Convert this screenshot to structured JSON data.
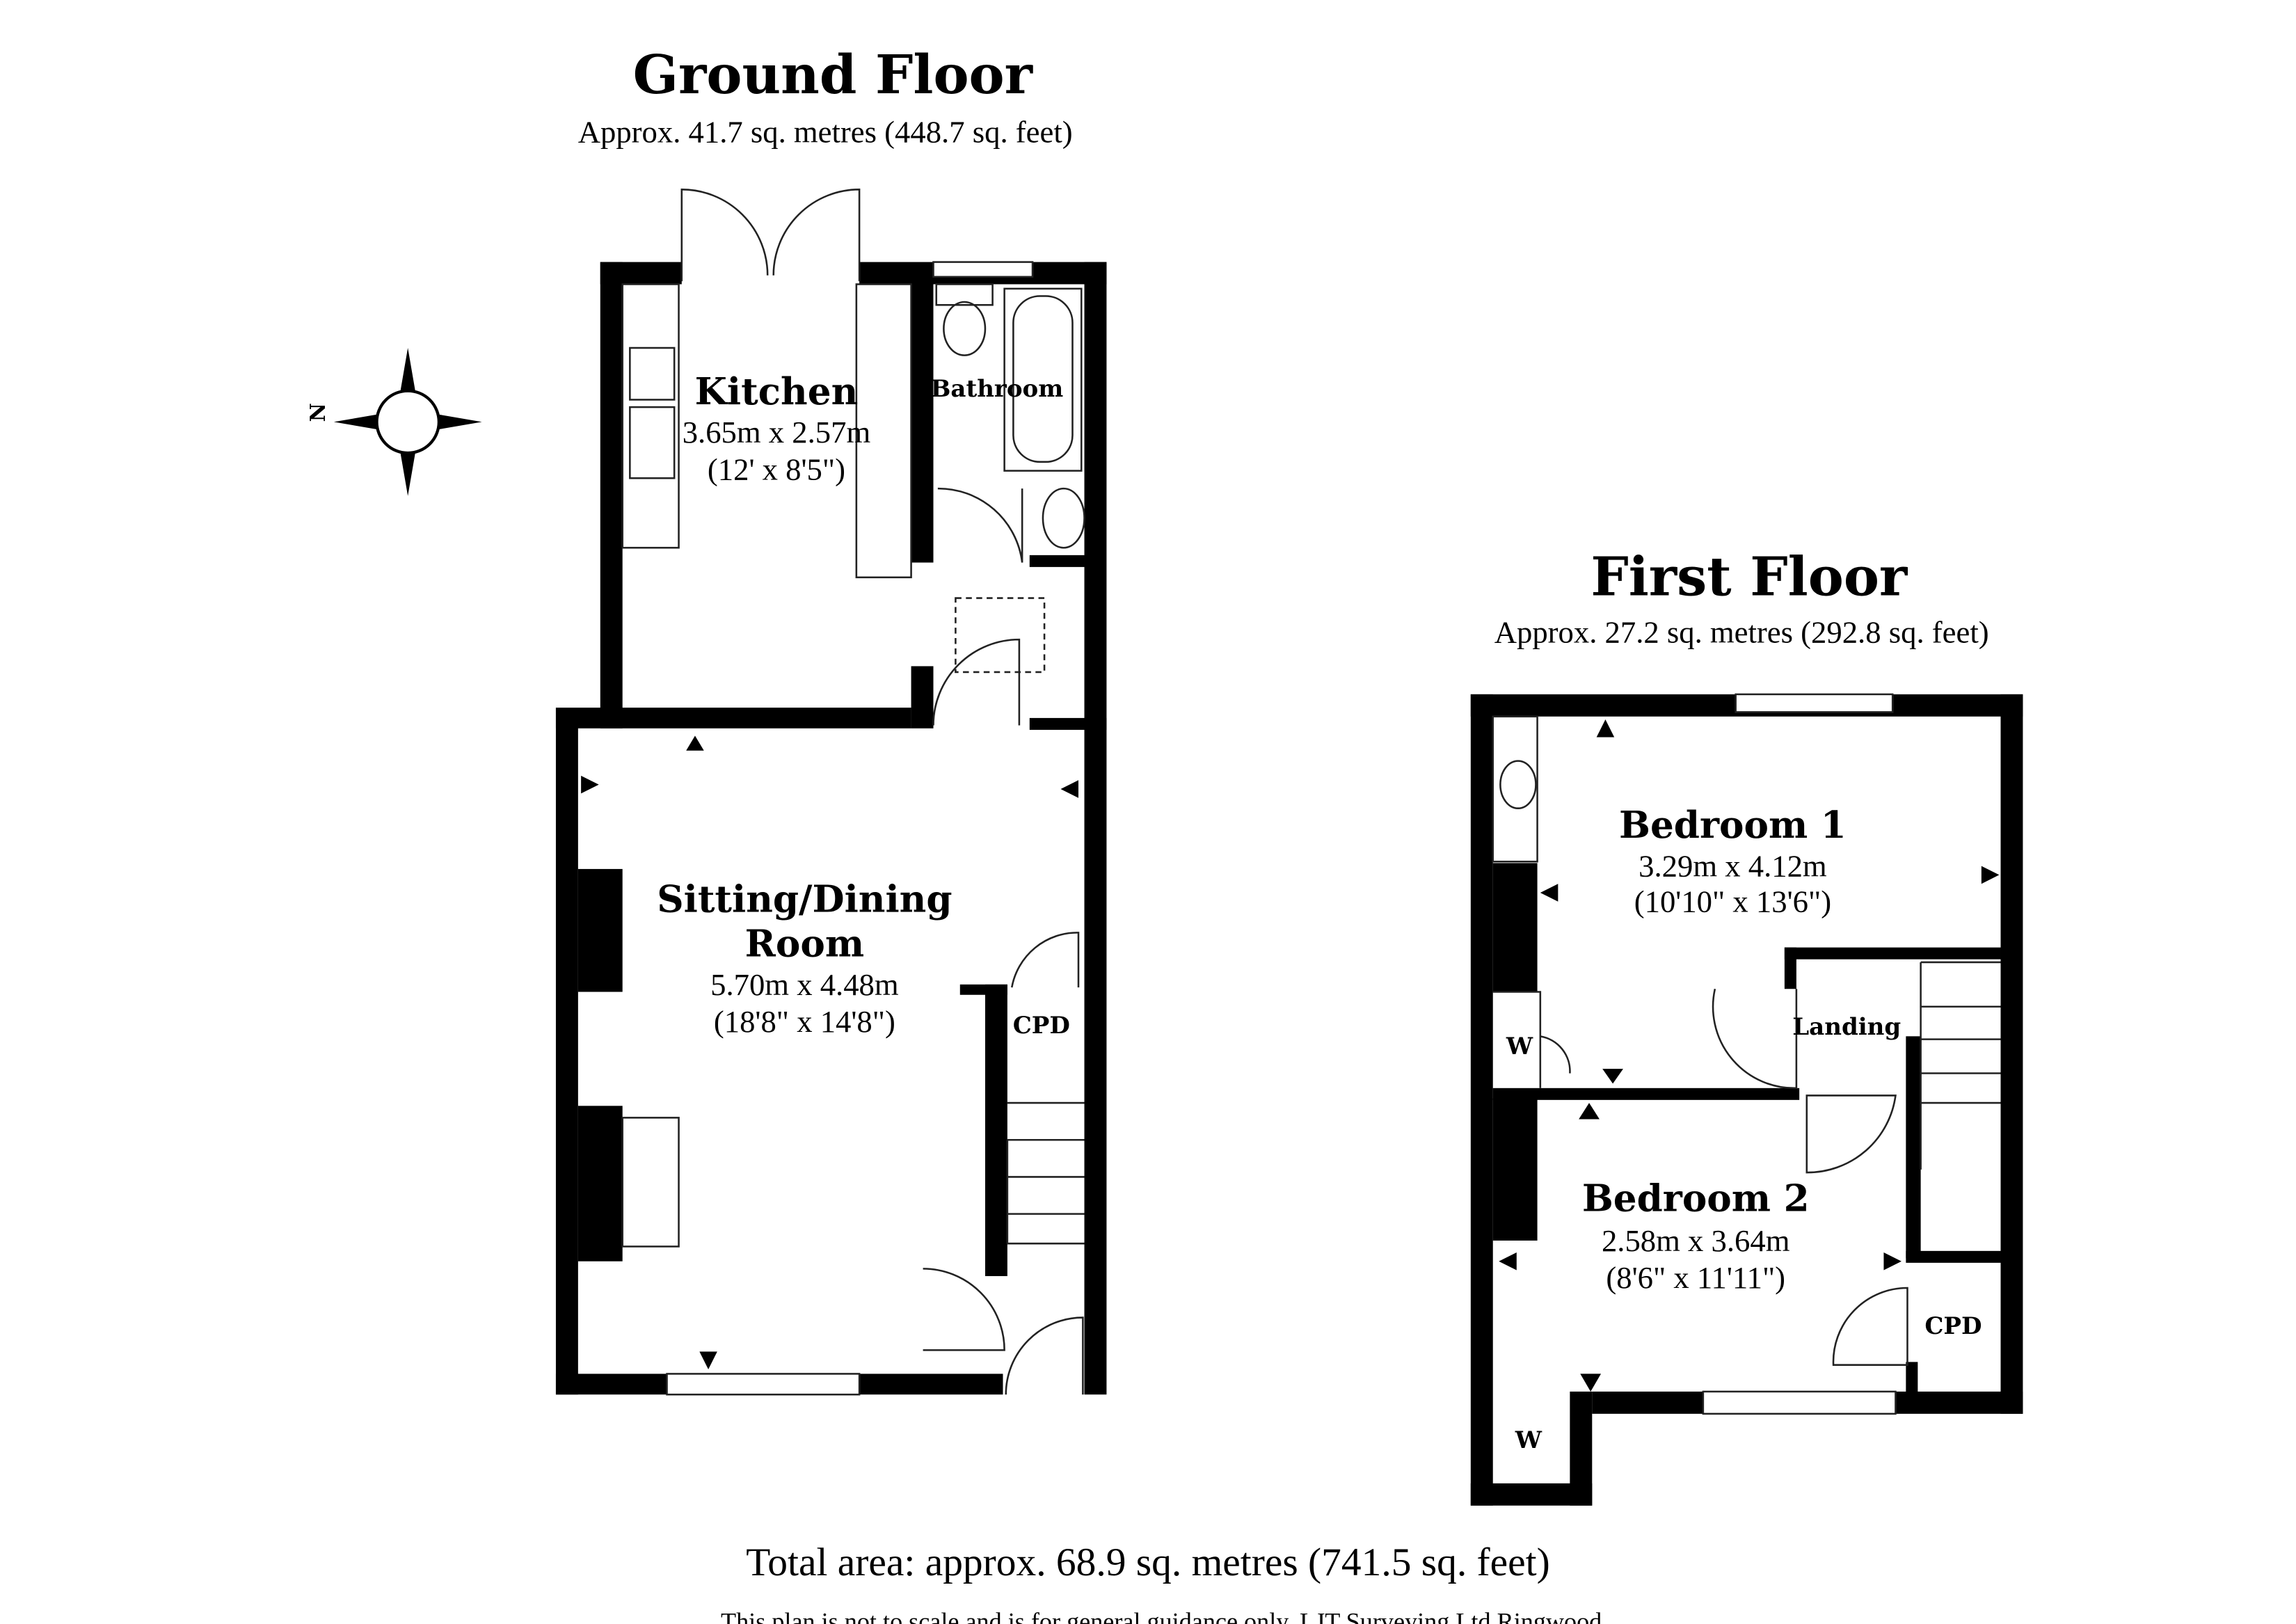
{
  "ground_floor": {
    "title": "Ground Floor",
    "area": "Approx. 41.7 sq. metres (448.7 sq. feet)",
    "rooms": {
      "kitchen": {
        "name": "Kitchen",
        "metric": "3.65m x 2.57m",
        "imperial": "(12' x 8'5\")"
      },
      "bathroom": {
        "name": "Bathroom"
      },
      "sitting": {
        "name_line1": "Sitting/Dining",
        "name_line2": "Room",
        "metric": "5.70m x 4.48m",
        "imperial": "(18'8\" x 14'8\")"
      },
      "cpd": {
        "name": "CPD"
      }
    }
  },
  "first_floor": {
    "title": "First Floor",
    "area": "Approx. 27.2 sq. metres (292.8 sq. feet)",
    "rooms": {
      "bedroom1": {
        "name": "Bedroom 1",
        "metric": "3.29m x 4.12m",
        "imperial": "(10'10\" x 13'6\")"
      },
      "bedroom2": {
        "name": "Bedroom 2",
        "metric": "2.58m x 3.64m",
        "imperial": "(8'6\" x 11'11\")"
      },
      "landing": {
        "name": "Landing"
      },
      "w1": {
        "name": "W"
      },
      "w2": {
        "name": "W"
      },
      "cpd": {
        "name": "CPD"
      }
    }
  },
  "compass": {
    "label": "N"
  },
  "footer": {
    "total": "Total area: approx. 68.9 sq. metres (741.5 sq. feet)",
    "disclaimer": "This plan is not to scale and is for general guidance only. LJT Surveying Ltd Ringwood"
  }
}
